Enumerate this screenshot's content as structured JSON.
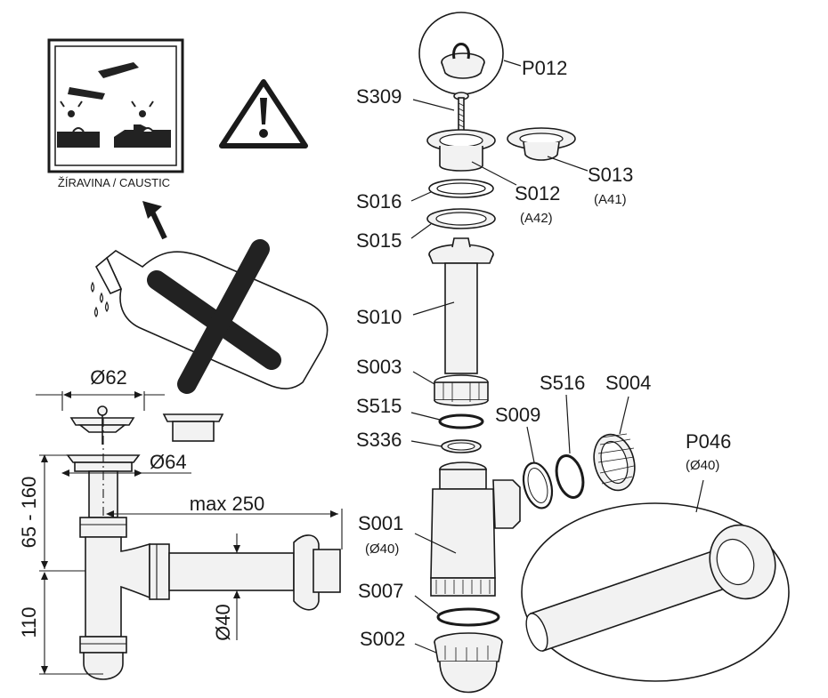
{
  "warning": {
    "caustic_label": "ŽÍRAVINA / CAUSTIC",
    "icons": [
      "corrosive-hazard-icon",
      "warning-triangle-icon",
      "bottle-icon",
      "prohibition-cross-icon"
    ]
  },
  "dimensions": {
    "d62": "Ø62",
    "d64": "Ø64",
    "max250": "max 250",
    "h65_160": "65 - 160",
    "h110": "110",
    "d40": "Ø40"
  },
  "parts": {
    "p012": "P012",
    "s309": "S309",
    "s013": "S013",
    "s013_sub": "(A41)",
    "s012": "S012",
    "s012_sub": "(A42)",
    "s016": "S016",
    "s015": "S015",
    "s010": "S010",
    "s003": "S003",
    "s515": "S515",
    "s336": "S336",
    "s009": "S009",
    "s516": "S516",
    "s004": "S004",
    "p046": "P046",
    "p046_sub": "(Ø40)",
    "s001": "S001",
    "s001_sub": "(Ø40)",
    "s007": "S007",
    "s002": "S002"
  }
}
